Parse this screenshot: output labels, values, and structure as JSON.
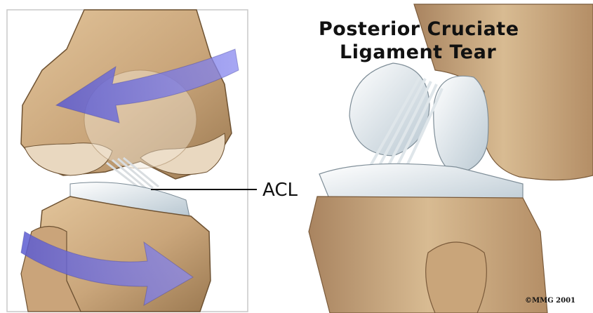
{
  "left_panel": {
    "callout_label": "ACL",
    "illustration": "knee-acl-rotation-illustration"
  },
  "right_panel": {
    "title_line_1": "Posterior Cruciate",
    "title_line_2": "Ligament Tear",
    "copyright": "©MMG 2001",
    "illustration": "knee-pcl-tear-illustration"
  },
  "colors": {
    "bone": "#c9a57a",
    "bone_dark": "#8a6a45",
    "cartilage": "#dfe7ec",
    "arrow": "#6f6fd8",
    "tear": "#d23a3a",
    "ligament": "#e8eef2"
  }
}
